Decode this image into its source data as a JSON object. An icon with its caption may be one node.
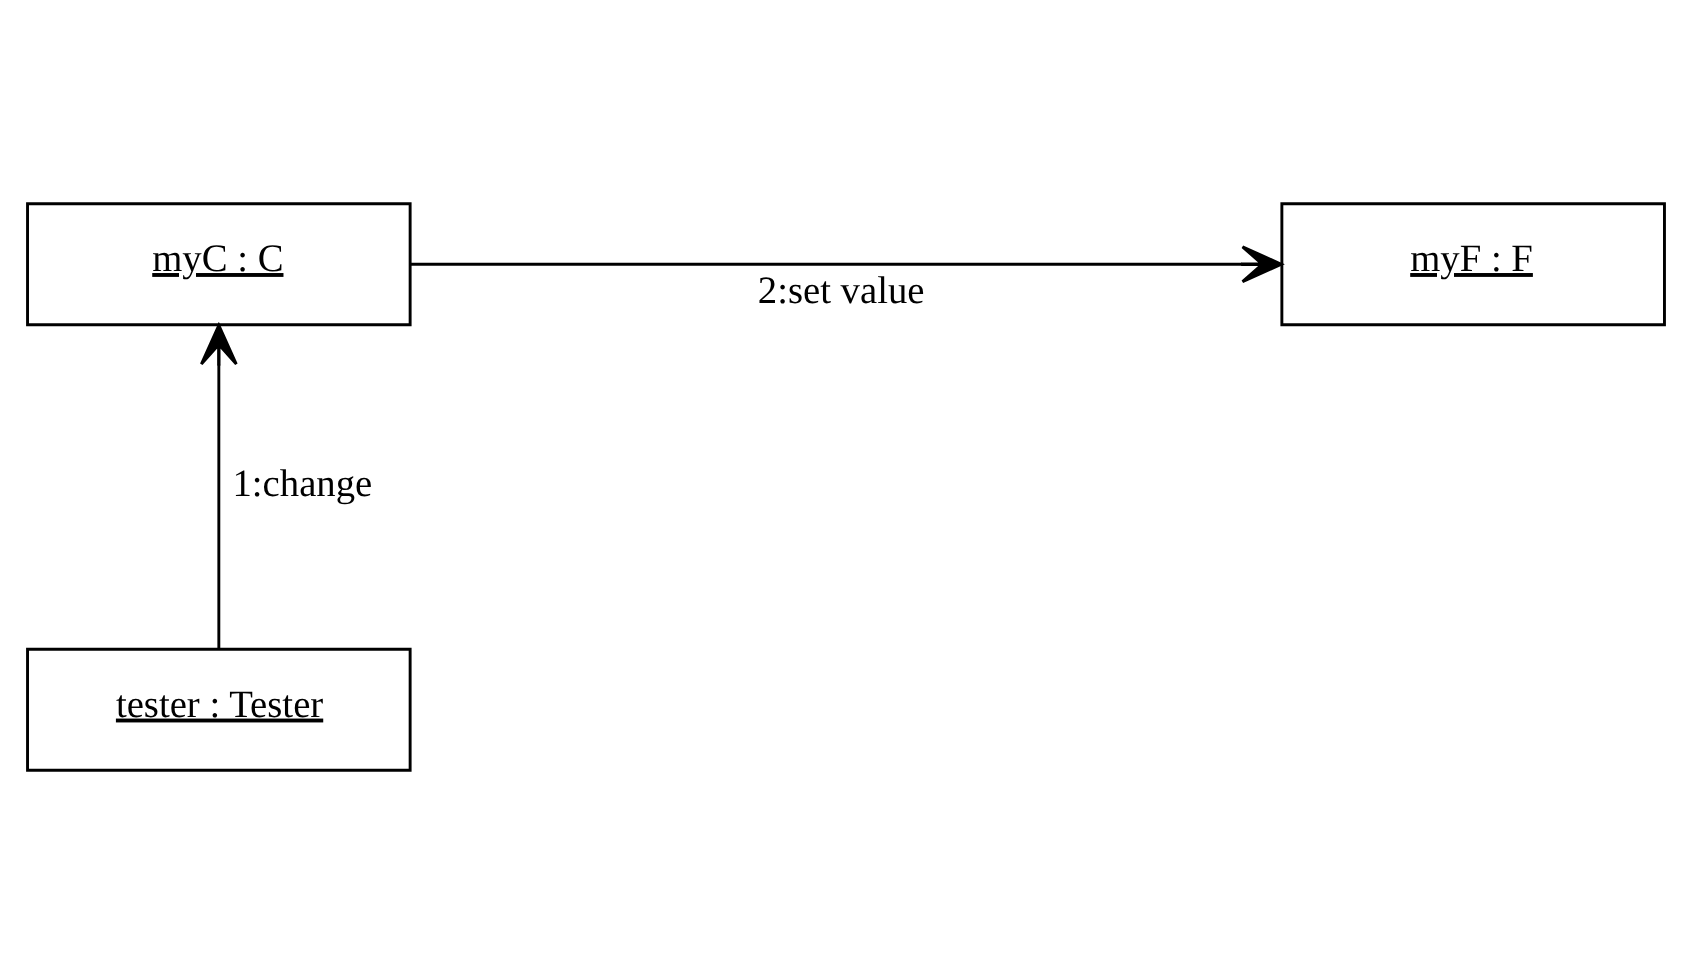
{
  "diagram": {
    "nodes": [
      {
        "text": [
          "myC : C"
        ]
      },
      {
        "text": [
          "myF : F"
        ]
      },
      {
        "text": [
          "tester : Tester"
        ]
      }
    ],
    "edges": [
      {
        "from": 2,
        "to": 0,
        "arrow": "to",
        "label": "1:change"
      },
      {
        "from": 0,
        "to": 1,
        "arrow": "to",
        "label": "2:set value"
      }
    ]
  }
}
